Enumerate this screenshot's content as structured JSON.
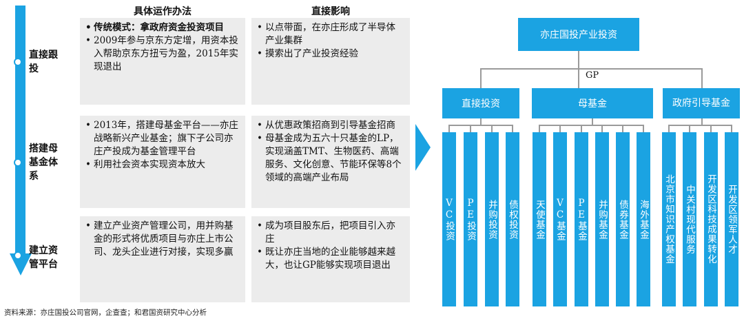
{
  "table": {
    "col1_header": "具体运作办法",
    "col2_header": "直接影响",
    "rows": [
      {
        "label": "直接跟\n投",
        "method": [
          {
            "text": "传统模式：拿政府资金投资项目",
            "bold": true
          },
          {
            "text": "2009年参与京东方定增，用资本投入帮助京东方扭亏为盈，2015年实现退出",
            "bold": false
          }
        ],
        "impact": [
          "以点带面，在亦庄形成了半导体产业集群",
          "摸索出了产业投资经验"
        ]
      },
      {
        "label": "搭建母\n基金体\n系",
        "method": [
          {
            "text": "2013年，搭建母基金平台——亦庄战略新兴产业基金；旗下子公司亦庄产投成为基金管理平台",
            "bold": false
          },
          {
            "text": "利用社会资本实现资本放大",
            "bold": false
          }
        ],
        "impact": [
          "从优惠政策招商到引导基金招商",
          "母基金成为五六十只基金的LP，实现涵盖TMT、生物医药、高端服务、文化创意、节能环保等8个领域的高端产业布局"
        ]
      },
      {
        "label": "建立资\n管平台",
        "method": [
          {
            "text": "建立产业资产管理公司，用并购基金的形式将优质项目与亦庄上市公司、龙头企业进行对接，实现多赢",
            "bold": false
          }
        ],
        "impact": [
          "成为项目股东后，把项目引入亦庄",
          "既让亦庄当地的企业能够越来越大，也让GP能够实现项目退出"
        ]
      }
    ]
  },
  "source": "资料来源：亦庄国投公司官网，企查查；和君国资研究中心分析",
  "org": {
    "root": "亦庄国投产业投资",
    "gp_label": "GP",
    "groups": [
      {
        "label": "直接投资",
        "children": [
          "VC投资",
          "PE投资",
          "并购投资",
          "债权投资"
        ]
      },
      {
        "label": "母基金",
        "children": [
          "天使基金",
          "VC基金",
          "PE基金",
          "并购基金",
          "债券基金",
          "海外基金"
        ]
      },
      {
        "label": "政府引导基金",
        "children": [
          "北京市知识产权基金",
          "中关村现代服务",
          "开发区科技成果转化",
          "开发区领军人才"
        ]
      }
    ]
  },
  "colors": {
    "accent": "#1ba3e2",
    "cell_bg": "#ececec",
    "connector": "#9a9a9a"
  }
}
